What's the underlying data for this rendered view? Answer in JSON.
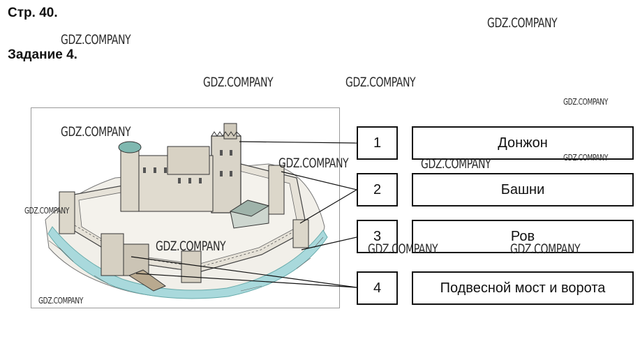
{
  "page_ref": "Стр. 40.",
  "task_title": "Задание 4.",
  "watermark": "GDZ.COMPANY",
  "illustration": {
    "subject": "castle-drawing"
  },
  "items": [
    {
      "number": "1",
      "label": "Донжон"
    },
    {
      "number": "2",
      "label": "Башни"
    },
    {
      "number": "3",
      "label": "Ров"
    },
    {
      "number": "4",
      "label": "Подвесной мост и ворота"
    }
  ],
  "colors": {
    "moat": "#a9d9dc",
    "line": "#111111"
  }
}
